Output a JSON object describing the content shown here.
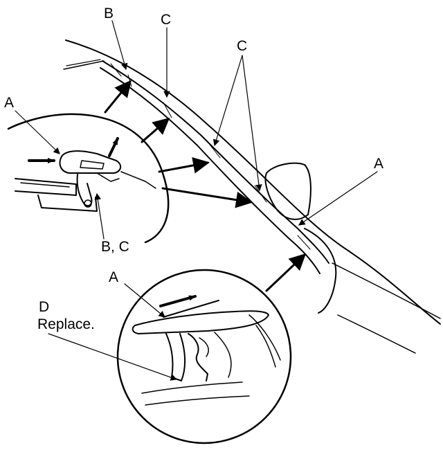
{
  "labels": {
    "a_left": "A",
    "b_top": "B",
    "c_top": "C",
    "c_mid": "C",
    "a_right": "A",
    "bc_bottom": "B, C",
    "a_lower": "A",
    "d_letter": "D",
    "d_replace": "Replace."
  }
}
